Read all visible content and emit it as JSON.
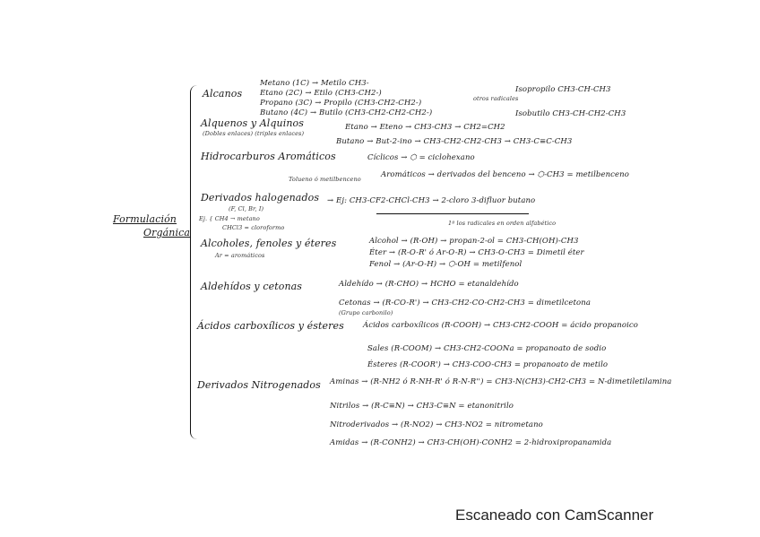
{
  "title": [
    "Formulación",
    "Orgánica"
  ],
  "sections": {
    "alcanos": {
      "label": "Alcanos",
      "items": [
        "Metano (1C) → Metilo CH3-",
        "Etano (2C) → Etilo (CH3-CH2-)",
        "Propano (3C) → Propilo (CH3-CH2-CH2-)",
        "Butano (4C) → Butilo (CH3-CH2-CH2-CH2-)"
      ],
      "otros_label": "otros radicales",
      "otros": [
        "Isopropilo CH3-CH-CH3",
        "Isobutilo CH3-CH-CH2-CH3"
      ]
    },
    "alquenos": {
      "label": "Alquenos y Alquinos",
      "sub": "(Dobles enlaces)   (triples enlaces)",
      "items": [
        "Etano → Eteno → CH3-CH3 → CH2=CH2",
        "Butano → But-2-ino → CH3-CH2-CH2-CH3 → CH3-C≡C-CH3"
      ]
    },
    "aromaticos": {
      "label": "Hidrocarburos Aromáticos",
      "items": [
        "Cíclicos → ⬡ = ciclohexano",
        "Aromáticos → derivados del benceno → ⬡-CH3 = metilbenceno"
      ],
      "note": "Tolueno ó metilbenceno"
    },
    "halogenados": {
      "label": "Derivados halogenados",
      "sub": "(F, Cl, Br, I)",
      "items": [
        "→ Ej: CH3-CF2-CHCl-CH3 → 2-cloro 3-difluor butano"
      ],
      "note": "1º los radicales en orden alfabético",
      "ej": [
        "Ej. { CH4 → metano",
        "CHCl3 = cloroformo"
      ]
    },
    "alcoholes": {
      "label": "Alcoholes, fenoles y éteres",
      "sub": "Ar = aromáticos",
      "items": [
        "Alcohol → (R-OH) → propan-2-ol = CH3-CH(OH)-CH3",
        "Éter → (R-O-R' ó Ar-O-R) → CH3-O-CH3 = Dimetil éter",
        "Fenol → (Ar-O-H) → ⬡-OH = metilfenol"
      ]
    },
    "aldehidos": {
      "label": "Aldehídos y cetonas",
      "items": [
        "Aldehído → (R-CHO) → HCHO = etanaldehído",
        "Cetonas → (R-CO-R') → CH3-CH2-CO-CH2-CH3 = dimetilcetona"
      ],
      "sub": "(Grupo carbonilo)"
    },
    "acidos": {
      "label": "Ácidos carboxílicos y ésteres",
      "items": [
        "Ácidos carboxílicos (R-COOH) → CH3-CH2-COOH = ácido propanoico",
        "Sales (R-COOM) → CH3-CH2-COONa = propanoato de sodio",
        "Ésteres (R-COOR') → CH3-COO-CH3 = propanoato de metilo"
      ]
    },
    "nitrogenados": {
      "label": "Derivados Nitrogenados",
      "items": [
        "Aminas → (R-NH2 ó R-NH-R' ó R-N-R'') = CH3-N(CH3)-CH2-CH3 = N-dimetiletilamina",
        "Nitrilos → (R-C≡N) → CH3-C≡N = etanonitrilo",
        "Nitroderivados → (R-NO2) → CH3-NO2 = nitrometano",
        "Amidas → (R-CONH2) → CH3-CH(OH)-CONH2 = 2-hidroxipropanamida"
      ]
    }
  },
  "footer": "Escaneado con CamScanner"
}
